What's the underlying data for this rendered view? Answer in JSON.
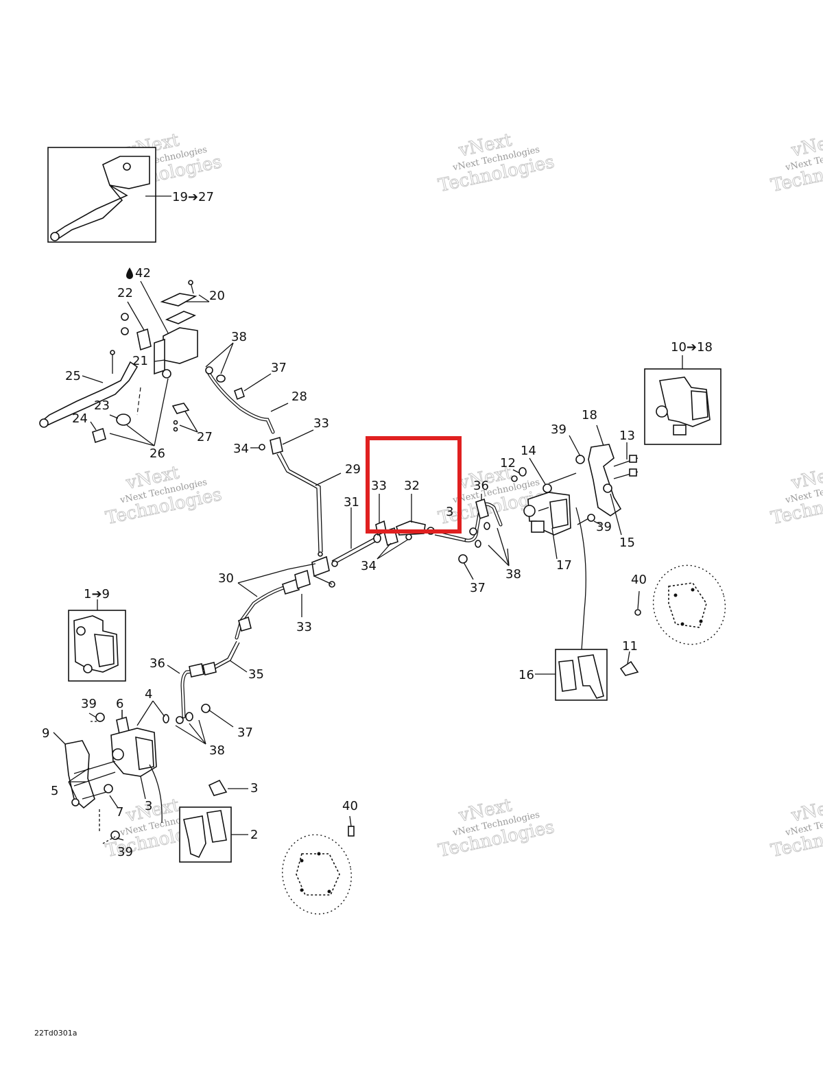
{
  "watermark": {
    "line1": "vNext",
    "line2": "vNext Technologies",
    "line3": "Technologies"
  },
  "figure_code": "22Td0301a",
  "highlight": {
    "color": "#e02020"
  },
  "callouts": [
    {
      "id": "c-19-27",
      "text": "19➔27"
    },
    {
      "id": "c-42",
      "text": "42"
    },
    {
      "id": "c-20",
      "text": "20"
    },
    {
      "id": "c-22",
      "text": "22"
    },
    {
      "id": "c-21",
      "text": "21"
    },
    {
      "id": "c-38a",
      "text": "38"
    },
    {
      "id": "c-37a",
      "text": "37"
    },
    {
      "id": "c-25",
      "text": "25"
    },
    {
      "id": "c-23",
      "text": "23"
    },
    {
      "id": "c-24",
      "text": "24"
    },
    {
      "id": "c-26",
      "text": "26"
    },
    {
      "id": "c-27",
      "text": "27"
    },
    {
      "id": "c-28",
      "text": "28"
    },
    {
      "id": "c-33a",
      "text": "33"
    },
    {
      "id": "c-34a",
      "text": "34"
    },
    {
      "id": "c-29",
      "text": "29"
    },
    {
      "id": "c-31",
      "text": "31"
    },
    {
      "id": "c-33b",
      "text": "33"
    },
    {
      "id": "c-32",
      "text": "32"
    },
    {
      "id": "c-3x",
      "text": "3"
    },
    {
      "id": "c-36a",
      "text": "36"
    },
    {
      "id": "c-34b",
      "text": "34"
    },
    {
      "id": "c-30",
      "text": "30"
    },
    {
      "id": "c-33c",
      "text": "33"
    },
    {
      "id": "c-10-18",
      "text": "10➔18"
    },
    {
      "id": "c-18",
      "text": "18"
    },
    {
      "id": "c-39a",
      "text": "39"
    },
    {
      "id": "c-13",
      "text": "13"
    },
    {
      "id": "c-12",
      "text": "12"
    },
    {
      "id": "c-14",
      "text": "14"
    },
    {
      "id": "c-39b",
      "text": "39"
    },
    {
      "id": "c-15",
      "text": "15"
    },
    {
      "id": "c-17",
      "text": "17"
    },
    {
      "id": "c-38b",
      "text": "38"
    },
    {
      "id": "c-37b",
      "text": "37"
    },
    {
      "id": "c-40a",
      "text": "40"
    },
    {
      "id": "c-11",
      "text": "11"
    },
    {
      "id": "c-16",
      "text": "16"
    },
    {
      "id": "c-1-9",
      "text": "1➔9"
    },
    {
      "id": "c-36b",
      "text": "36"
    },
    {
      "id": "c-35",
      "text": "35"
    },
    {
      "id": "c-39c",
      "text": "39"
    },
    {
      "id": "c-6",
      "text": "6"
    },
    {
      "id": "c-4",
      "text": "4"
    },
    {
      "id": "c-9",
      "text": "9"
    },
    {
      "id": "c-37c",
      "text": "37"
    },
    {
      "id": "c-38c",
      "text": "38"
    },
    {
      "id": "c-5",
      "text": "5"
    },
    {
      "id": "c-3a",
      "text": "3"
    },
    {
      "id": "c-3b",
      "text": "3"
    },
    {
      "id": "c-7",
      "text": "7"
    },
    {
      "id": "c-2",
      "text": "2"
    },
    {
      "id": "c-39d",
      "text": "39"
    },
    {
      "id": "c-40b",
      "text": "40"
    }
  ]
}
